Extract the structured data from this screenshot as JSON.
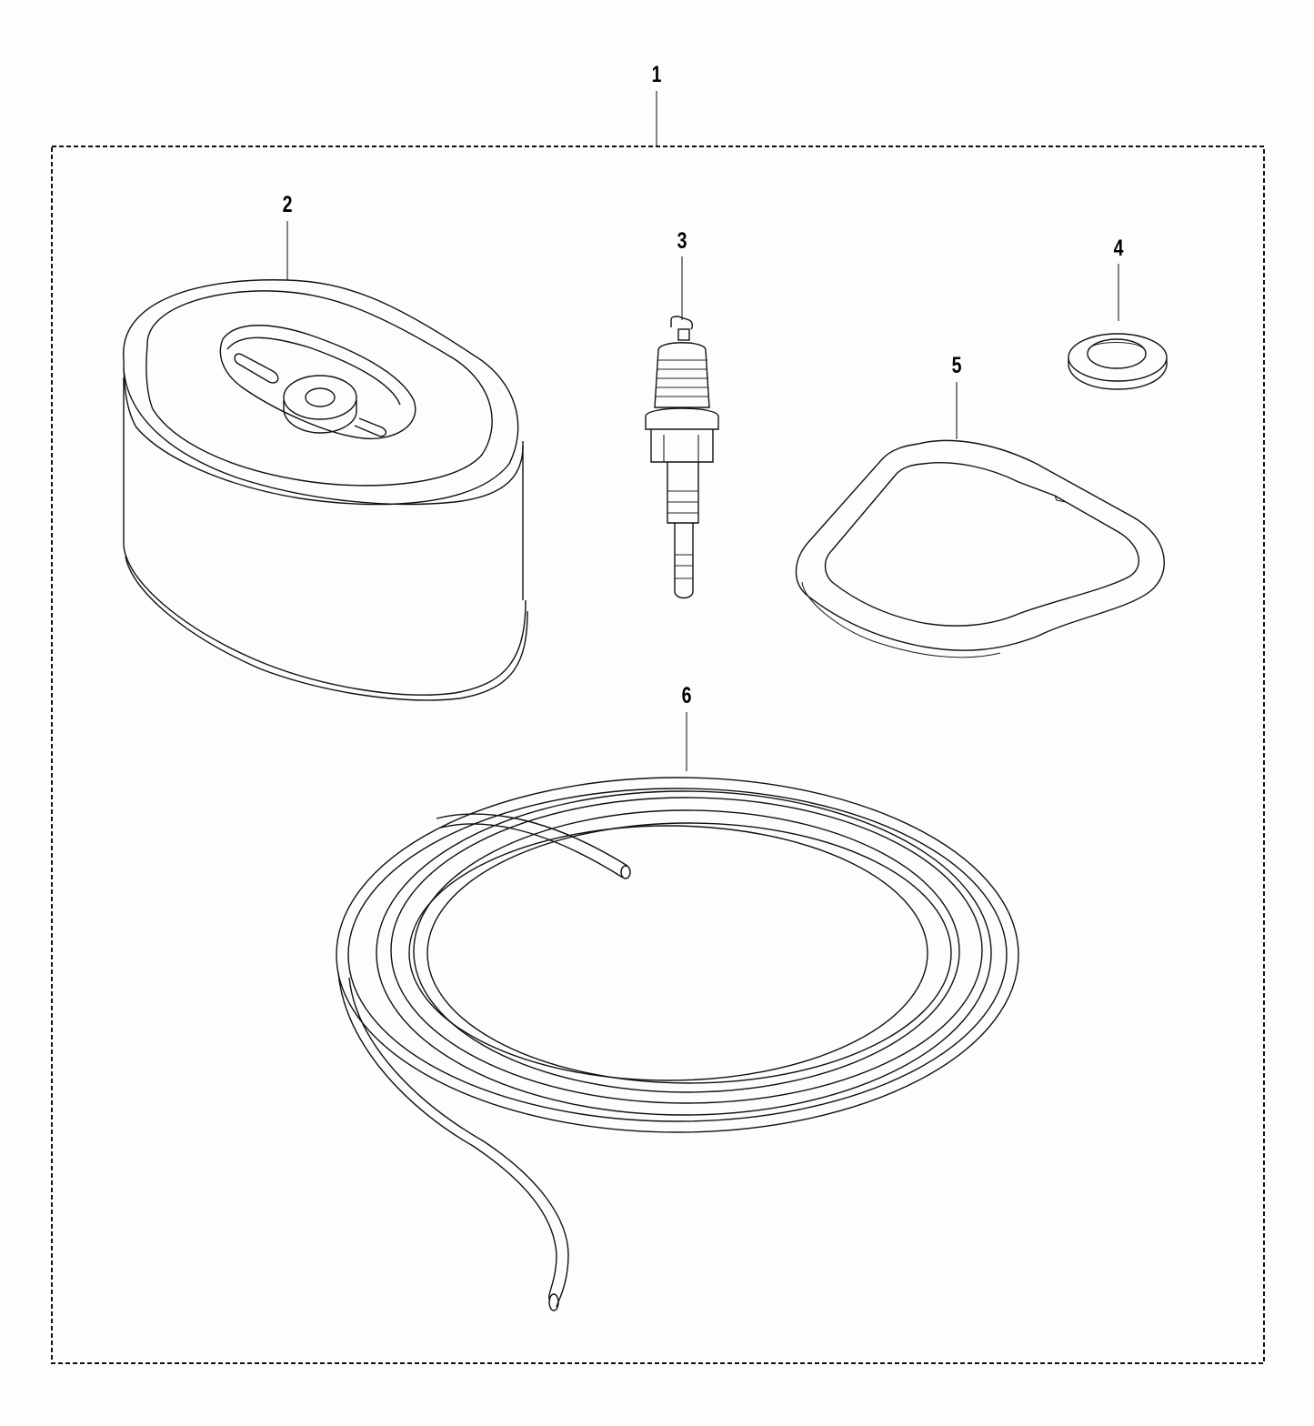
{
  "diagram": {
    "type": "exploded-parts-diagram",
    "kit_label": "1",
    "parts": [
      {
        "callout": "2",
        "depicts": "oval air filter element"
      },
      {
        "callout": "3",
        "depicts": "spark plug"
      },
      {
        "callout": "4",
        "depicts": "sealing washer"
      },
      {
        "callout": "5",
        "depicts": "gasket"
      },
      {
        "callout": "6",
        "depicts": "coiled fuel hose"
      }
    ],
    "colors": {
      "line": "#111111",
      "background": "#fdfdfd"
    }
  }
}
